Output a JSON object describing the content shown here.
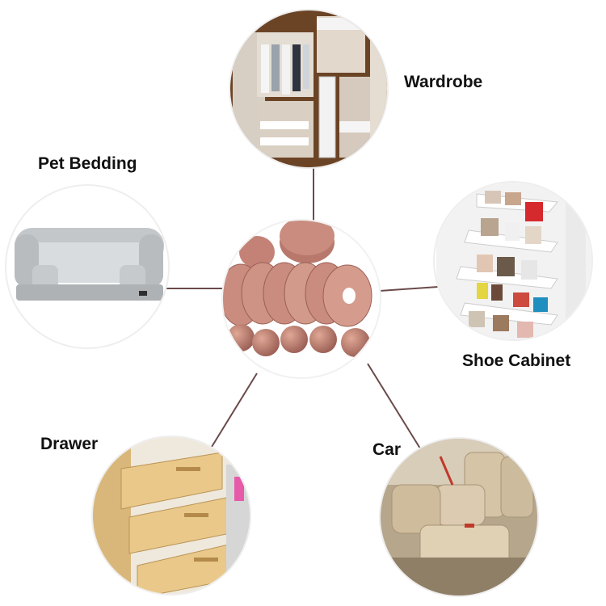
{
  "items": {
    "center": {
      "subject": "cedar rings and balls"
    },
    "wardrobe": {
      "label": "Wardrobe"
    },
    "pet_bedding": {
      "label": "Pet Bedding"
    },
    "shoe_cabinet": {
      "label": "Shoe Cabinet"
    },
    "drawer": {
      "label": "Drawer"
    },
    "car": {
      "label": "Car"
    }
  },
  "colors": {
    "connector": "#6b4a4a",
    "circle_border": "#eeeeee",
    "cedar_light": "#c98c7f",
    "cedar_dark": "#9a5e54",
    "wood": "#6b4426",
    "drawer_wood": "#e9c889",
    "seat_beige": "#d6c4a6",
    "pet_grey": "#bfc3c6"
  }
}
